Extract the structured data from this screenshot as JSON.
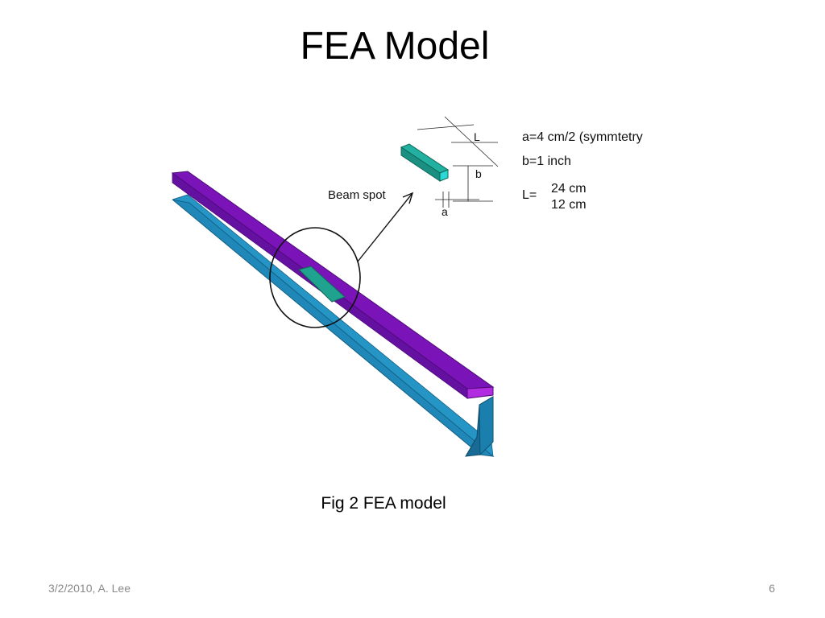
{
  "slide": {
    "title": "FEA Model",
    "caption": "Fig 2 FEA model",
    "footer_left": "3/2/2010, A. Lee",
    "page_number": "6"
  },
  "figure": {
    "callout_label": "Beam spot",
    "dimension_labels": {
      "L": "L",
      "b": "b",
      "a": "a"
    },
    "legend": {
      "a_value": "a=4 cm/2 (symmtetry",
      "b_value": "b=1 inch",
      "L_prefix": "L=",
      "L_value_1": "24 cm",
      "L_value_2": "12 cm"
    },
    "colors": {
      "top_flange": "#7b14b8",
      "top_flange_end": "#b12be0",
      "web_and_lower_flange": "#1f88b8",
      "web_dark": "#176b94",
      "beam_spot": "#1fa38f",
      "beam_spot_end": "#2ad9d6"
    }
  }
}
